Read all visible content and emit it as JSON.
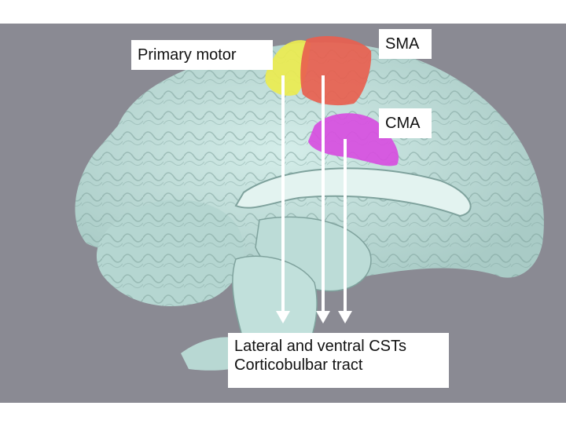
{
  "labels": {
    "primary_motor": "Primary motor",
    "sma": "SMA",
    "cma": "CMA",
    "tracts_line1": "Lateral and ventral CSTs",
    "tracts_line2": "Corticobulbar tract"
  },
  "colors": {
    "background_gray": "#8a8a93",
    "brain": "#c7e6e2",
    "brain_shadow": "#8fb3ae",
    "primary_motor_region": "#ecec50",
    "sma_region": "#e8604f",
    "cma_region": "#d74ee0",
    "arrow": "#ffffff"
  }
}
